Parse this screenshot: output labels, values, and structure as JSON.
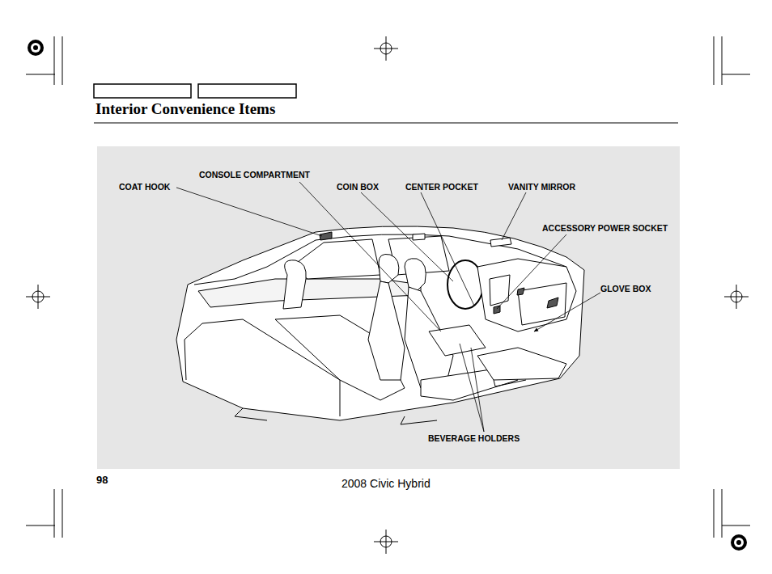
{
  "diagram": {
    "title": "Interior Convenience Items",
    "labels": [
      "COAT HOOK",
      "CONSOLE COMPARTMENT",
      "COIN BOX",
      "CENTER POCKET",
      "VANITY MIRROR",
      "ACCESSORY POWER SOCKET",
      "GLOVE BOX",
      "BEVERAGE HOLDERS",
      "98",
      "2008 Civic Hybrid"
    ]
  }
}
